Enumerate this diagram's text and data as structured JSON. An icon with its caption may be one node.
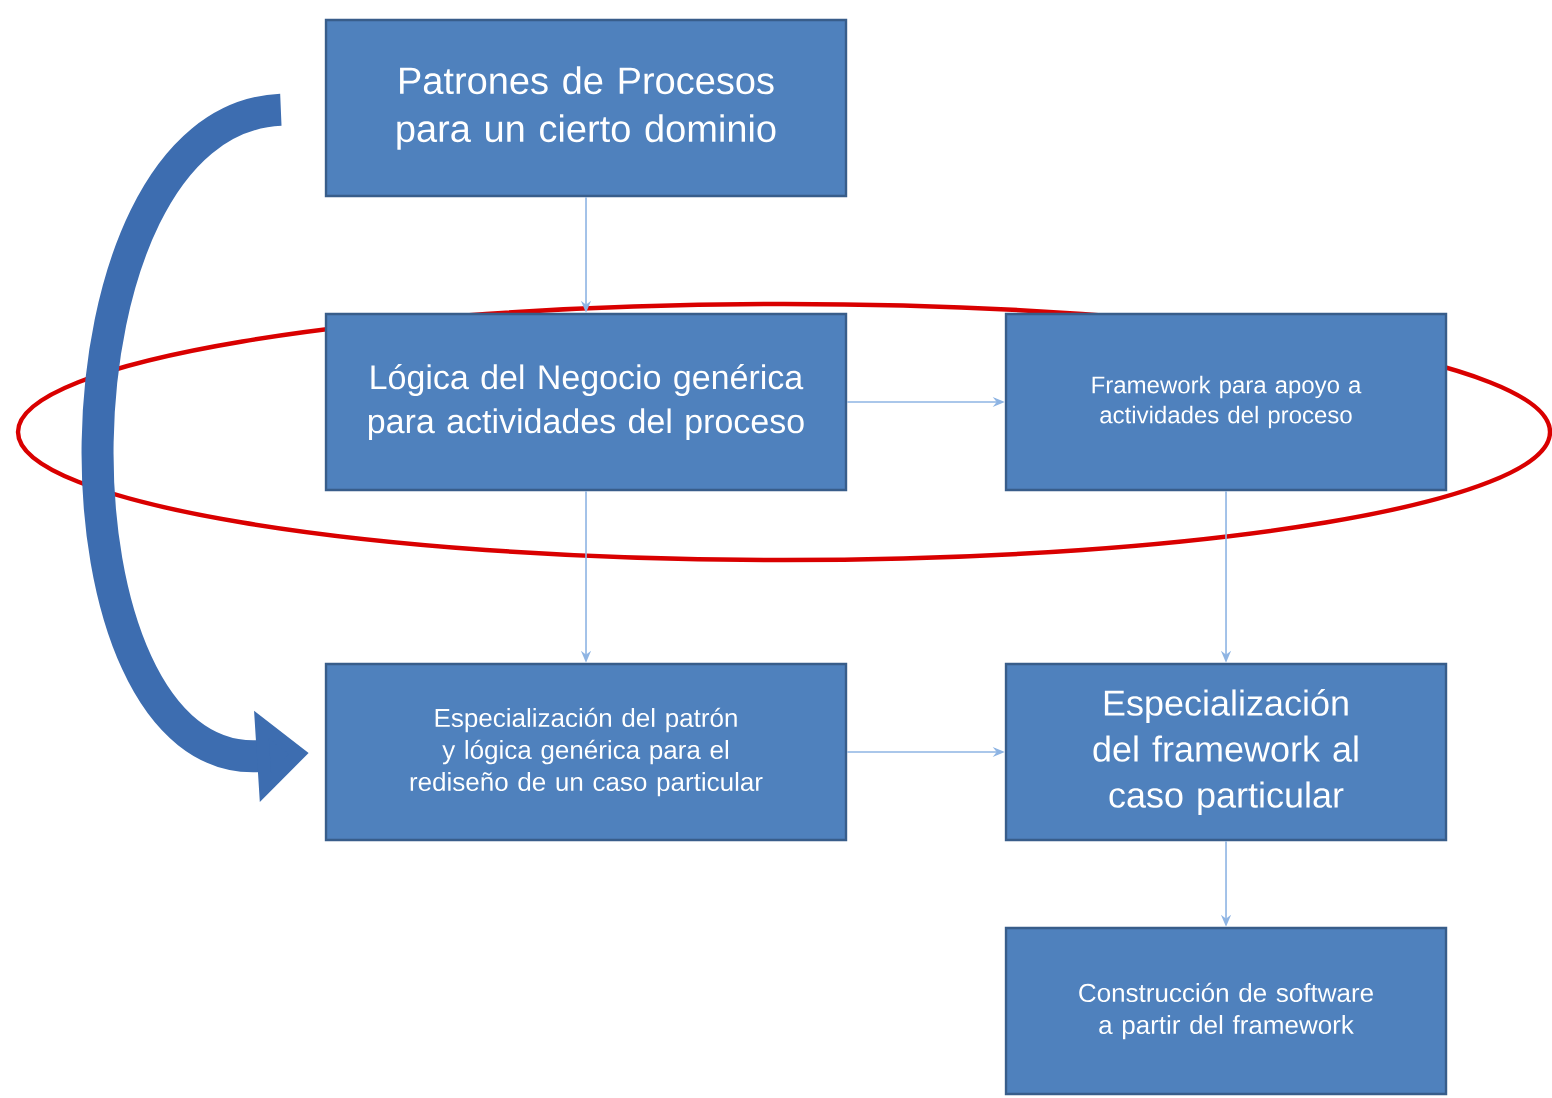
{
  "diagram": {
    "nodes": [
      {
        "text": [
          "Patrones de Procesos para un cierto dominio"
        ]
      },
      {
        "text": [
          "Lógica del Negocio genérica para actividades del proceso"
        ]
      },
      {
        "text": [
          "Framework para apoyo a actividades del proceso"
        ]
      },
      {
        "text": [
          "Especialización del patrón y lógica genérica para el rediseño de un caso particular"
        ]
      },
      {
        "text": [
          "Especialización del framework al caso particular"
        ]
      },
      {
        "text": [
          "Construcción de software a partir del framework"
        ]
      }
    ],
    "edges": [
      {
        "from": 0,
        "to": 1,
        "arrow": "to"
      },
      {
        "from": 1,
        "to": 2,
        "arrow": "to"
      },
      {
        "from": 1,
        "to": 3,
        "arrow": "to"
      },
      {
        "from": 2,
        "to": 4,
        "arrow": "to"
      },
      {
        "from": 3,
        "to": 4,
        "arrow": "to"
      },
      {
        "from": 4,
        "to": 5,
        "arrow": "to"
      },
      {
        "from": 0,
        "to": 3,
        "arrow": "to",
        "style": "thick",
        "color": "#3d6db0"
      }
    ]
  }
}
